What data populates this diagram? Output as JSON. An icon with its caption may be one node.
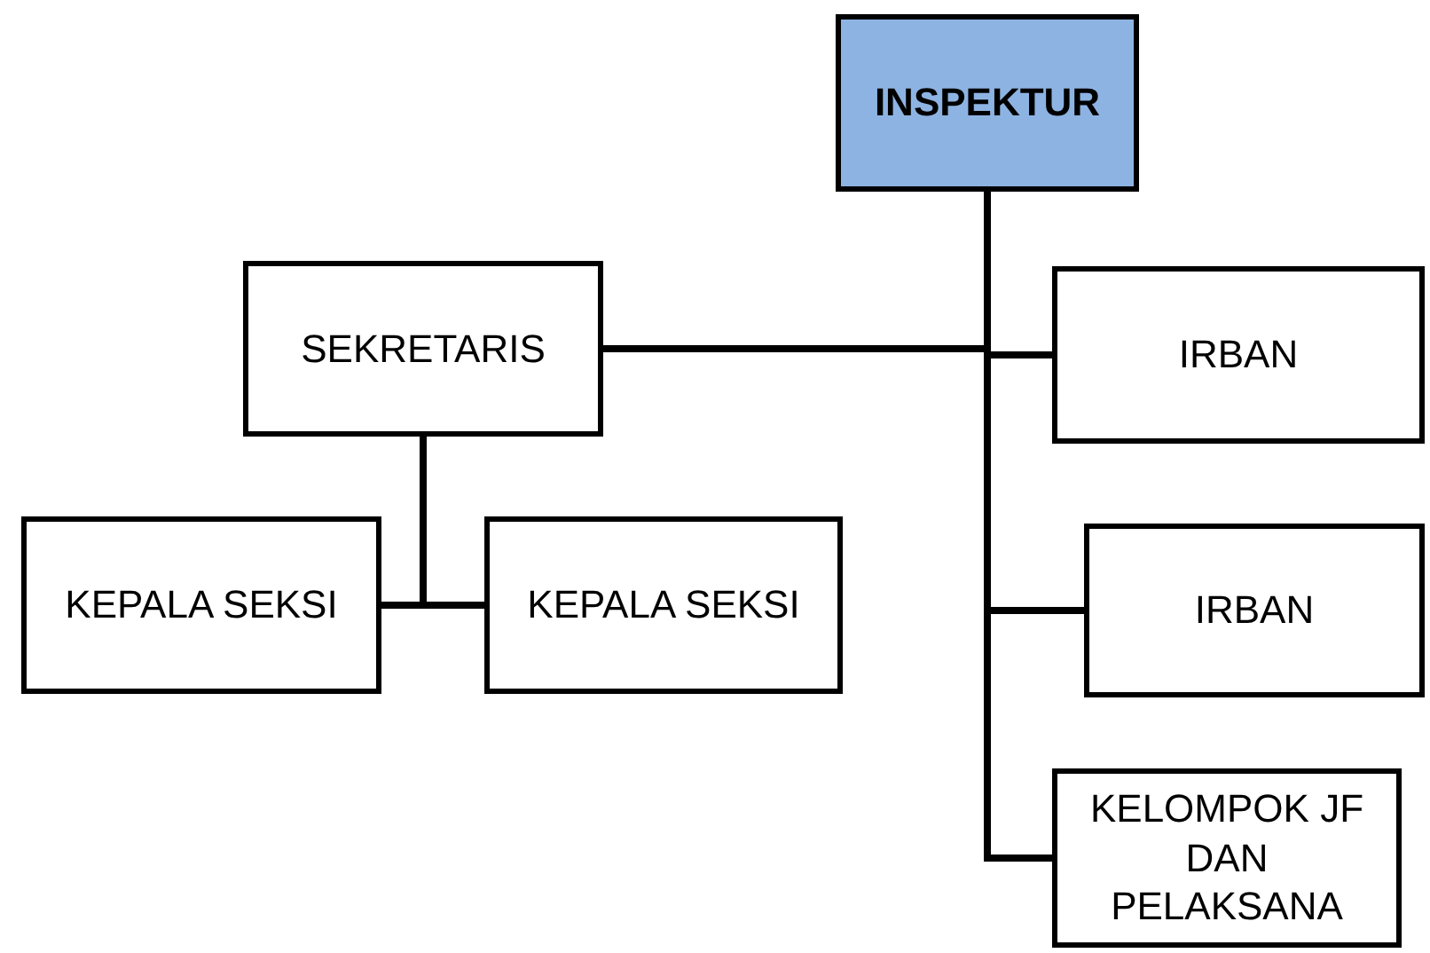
{
  "diagram": {
    "nodes": [
      {
        "text": [
          "INSPEKTUR"
        ]
      },
      {
        "text": [
          "SEKRETARIS"
        ]
      },
      {
        "text": [
          "IRBAN"
        ]
      },
      {
        "text": [
          "KEPALA SEKSI"
        ]
      },
      {
        "text": [
          "KEPALA SEKSI"
        ]
      },
      {
        "text": [
          "IRBAN"
        ]
      },
      {
        "text": [
          "KELOMPOK JF DAN PELAKSANA"
        ]
      }
    ],
    "edges": [
      {
        "from": 0,
        "to": 1,
        "arrow": "none"
      },
      {
        "from": 0,
        "to": 2,
        "arrow": "none"
      },
      {
        "from": 0,
        "to": 5,
        "arrow": "none"
      },
      {
        "from": 0,
        "to": 6,
        "arrow": "none"
      },
      {
        "from": 1,
        "to": 3,
        "arrow": "none"
      },
      {
        "from": 1,
        "to": 4,
        "arrow": "none"
      }
    ]
  }
}
